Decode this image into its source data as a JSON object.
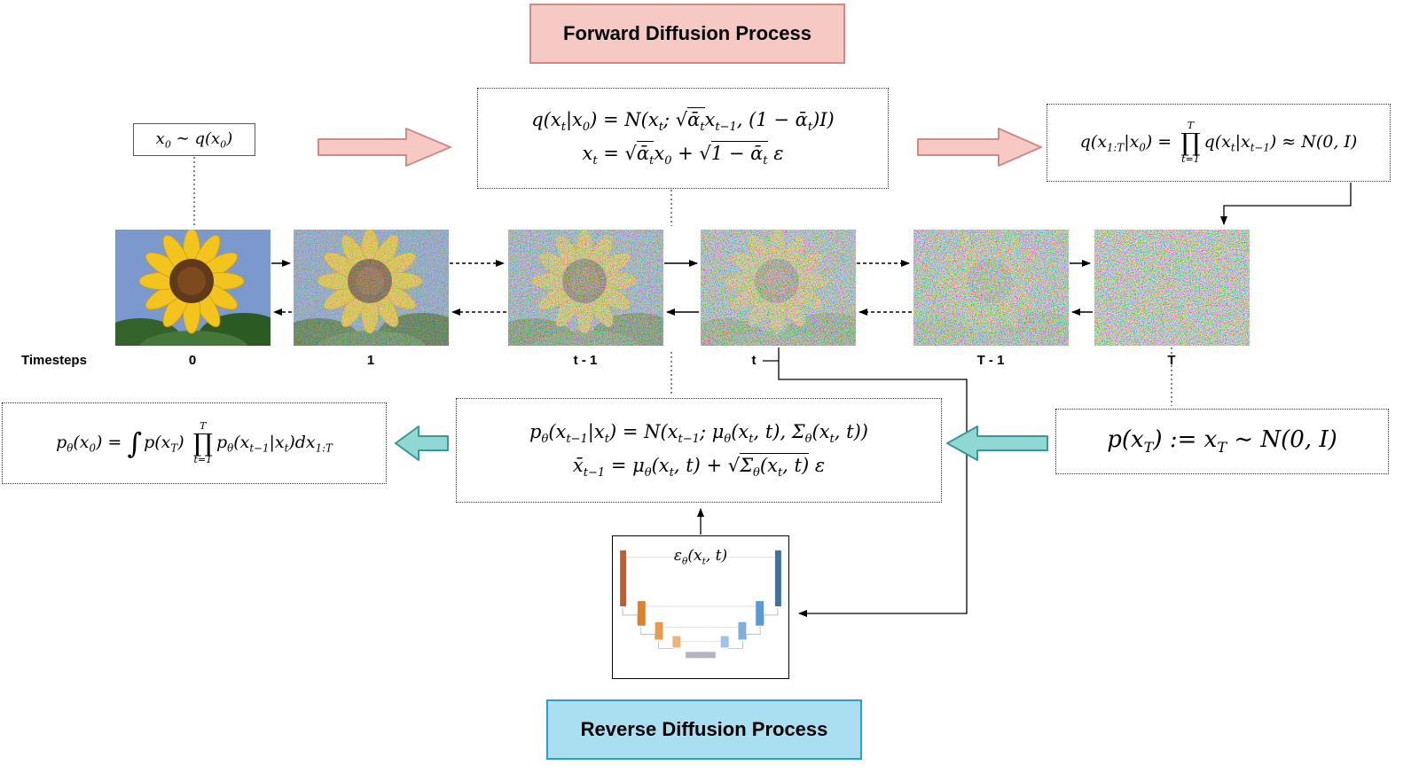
{
  "titles": {
    "forward": "Forward Diffusion Process",
    "reverse": "Reverse Diffusion Process"
  },
  "formulas": {
    "x0_box": "x<sub>0</sub> ∼ q(x<sub>0</sub>)",
    "forward_line1": "q(x<sub>t</sub>|x<sub>0</sub>) = N(x<sub>t</sub>; √<span class='ol'>ᾱ<sub>t</sub></span>x<sub>t−1</sub>, (1 − ᾱ<sub>t</sub>)I)",
    "forward_line2": "x<sub>t</sub> = √<span class='ol'>ᾱ<sub>t</sub></span>x<sub>0</sub> + √<span class='ol'>1 − ᾱ<sub>t</sub></span> ε",
    "forward_joint": "q(x<sub>1:T</sub>|x<sub>0</sub>) = <span class='bigop'><span class='lim'>T</span><span class='op'>∏</span><span class='lim'>t=1</span></span>q(x<sub>t</sub>|x<sub>t−1</sub>) ≈ N(0, I)",
    "p_xT": "p(x<sub>T</sub>) := x<sub>T</sub> ∼ N(0, I)",
    "reverse_line1": "p<sub>θ</sub>(x<sub>t−1</sub>|x<sub>t</sub>) = N(x<sub>t−1</sub>; μ<sub>θ</sub>(x<sub>t</sub>, t), Σ<sub>θ</sub>(x<sub>t</sub>, t))",
    "reverse_line2": "x̄<sub>t−1</sub> = μ<sub>θ</sub>(x<sub>t</sub>, t) + √<span class='ol'>Σ<sub>θ</sub>(x<sub>t</sub>, t)</span> ε",
    "reverse_marginal": "p<sub>θ</sub>(x<sub>0</sub>) = <span class='int'>∫</span>p(x<sub>T</sub>) <span class='bigop'><span class='lim'>T</span><span class='op'>∏</span><span class='lim'>t=1</span></span>p<sub>θ</sub>(x<sub>t−1</sub>|x<sub>t</sub>)dx<sub>1:T</sub>",
    "unet_label": "ε<sub>θ</sub>(x<sub>t</sub>, t)"
  },
  "timesteps": {
    "label": "Timesteps",
    "items": [
      "0",
      "1",
      "t - 1",
      "t",
      "T - 1",
      "T"
    ]
  },
  "images": [
    {
      "timestep": "0",
      "content": "clean-sunflower-photo"
    },
    {
      "timestep": "1",
      "content": "sunflower-light-noise"
    },
    {
      "timestep": "t - 1",
      "content": "sunflower-heavy-noise"
    },
    {
      "timestep": "t",
      "content": "sunflower-very-heavy-noise"
    },
    {
      "timestep": "T - 1",
      "content": "near-pure-noise"
    },
    {
      "timestep": "T",
      "content": "pure-noise"
    }
  ],
  "colors": {
    "forward_title_fill": "#f6c9c5",
    "forward_title_stroke": "#cf8a87",
    "reverse_title_fill": "#aadef1",
    "reverse_title_stroke": "#2f9cc9",
    "forward_arrow_fill": "#f6c9c5",
    "forward_arrow_stroke": "#cf8a87",
    "reverse_arrow_fill": "#8fd8d4",
    "reverse_arrow_stroke": "#3a9894"
  }
}
